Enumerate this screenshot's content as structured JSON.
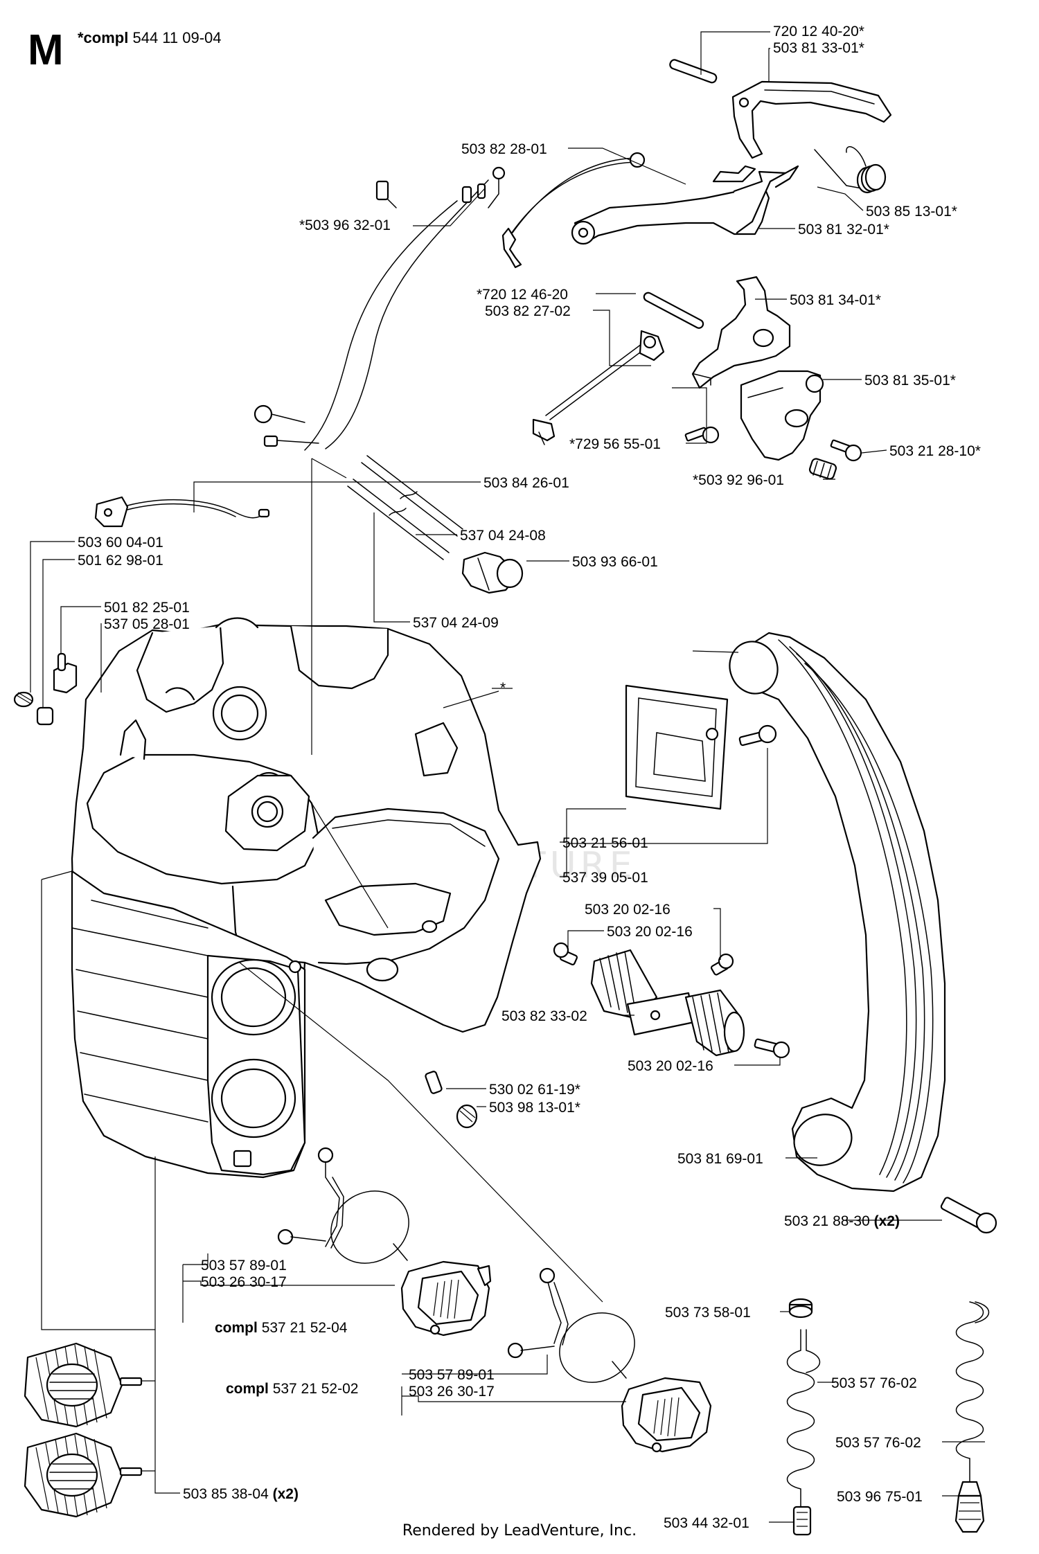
{
  "sheet": {
    "letter": "M",
    "compl_label": "*compl",
    "compl_number": "544 11 09-04"
  },
  "footer": "Rendered by LeadVenture, Inc.",
  "watermark": "LEADVENTURE",
  "callouts": [
    {
      "id": "c01",
      "text": "720 12 40-20*"
    },
    {
      "id": "c02",
      "text": "503 81 33-01*"
    },
    {
      "id": "c03",
      "text": "503 82 28-01"
    },
    {
      "id": "c04",
      "text": "*503 96 32-01"
    },
    {
      "id": "c05",
      "text": "503 85 13-01*"
    },
    {
      "id": "c06",
      "text": "503 81 32-01*"
    },
    {
      "id": "c07",
      "text": "*720 12 46-20"
    },
    {
      "id": "c08",
      "text": "503 82 27-02"
    },
    {
      "id": "c09",
      "text": "503 81 34-01*"
    },
    {
      "id": "c10",
      "text": "503 81 35-01*"
    },
    {
      "id": "c11",
      "text": "*729 56 55-01"
    },
    {
      "id": "c12",
      "text": "503 21 28-10*"
    },
    {
      "id": "c13",
      "text": "*503 92 96-01"
    },
    {
      "id": "c14",
      "text": "503 84 26-01"
    },
    {
      "id": "c15",
      "text": "537 04 24-08"
    },
    {
      "id": "c16",
      "text": "503 60 04-01"
    },
    {
      "id": "c17",
      "text": "501 62 98-01"
    },
    {
      "id": "c18",
      "text": "503 93 66-01"
    },
    {
      "id": "c19",
      "text": "501 82 25-01"
    },
    {
      "id": "c20",
      "text": "537 05 28-01"
    },
    {
      "id": "c21",
      "text": "537 04 24-09"
    },
    {
      "id": "c22",
      "text": "*"
    },
    {
      "id": "c23",
      "text": "503 21 56-01"
    },
    {
      "id": "c24",
      "text": "537 39 05-01"
    },
    {
      "id": "c25",
      "text": "503 20 02-16"
    },
    {
      "id": "c26",
      "text": "503 20 02-16"
    },
    {
      "id": "c27",
      "text": "503 82 33-02"
    },
    {
      "id": "c28",
      "text": "503 20 02-16"
    },
    {
      "id": "c29",
      "text": "530 02 61-19*"
    },
    {
      "id": "c30",
      "text": "503 98 13-01*"
    },
    {
      "id": "c31",
      "text": "503 81 69-01"
    },
    {
      "id": "c32",
      "text": "503 21 88-30",
      "suffix": "(x2)"
    },
    {
      "id": "c33",
      "text": "503 57 89-01"
    },
    {
      "id": "c34",
      "text": "503 26 30-17"
    },
    {
      "id": "c35",
      "prefix": "compl",
      "text": "537 21 52-04"
    },
    {
      "id": "c36",
      "text": "503 73 58-01"
    },
    {
      "id": "c37",
      "text": "503 57 76-02"
    },
    {
      "id": "c38",
      "prefix": "compl",
      "text": "537 21 52-02"
    },
    {
      "id": "c39",
      "text": "503 57 89-01"
    },
    {
      "id": "c40",
      "text": "503 26 30-17"
    },
    {
      "id": "c41",
      "text": "503 57 76-02"
    },
    {
      "id": "c42",
      "text": "503 85 38-04",
      "suffix": "(x2)"
    },
    {
      "id": "c43",
      "text": "503 96 75-01"
    },
    {
      "id": "c44",
      "text": "503 44 32-01"
    }
  ]
}
